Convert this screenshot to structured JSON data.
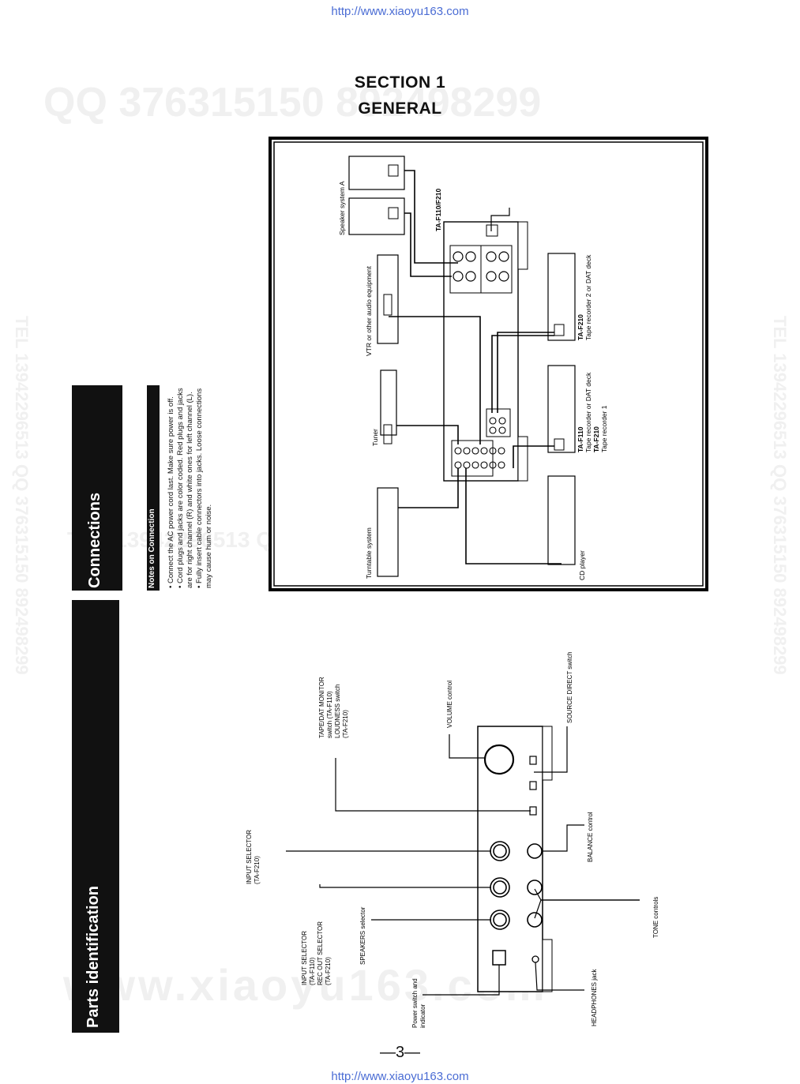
{
  "header_url": "http://www.xiaoyu163.com",
  "footer_url": "http://www.xiaoyu163.com",
  "watermarks": {
    "qq_top": "QQ 376315150   892498299",
    "tel_mid": "TEL 13942296513        QQ 376315150  892498299",
    "www": "www.xiaoyu163.com",
    "side_left": "TEL 13942296513  QQ 376315150  892498299",
    "side_right": "TEL 13942296513  QQ 376315150  892498299"
  },
  "section": {
    "line1": "SECTION 1",
    "line2": "GENERAL"
  },
  "headings": {
    "connections": "Connections",
    "parts": "Parts identification"
  },
  "notes": {
    "title": "Notes on Connection",
    "items": [
      "• Connect the AC power cord last. Make sure power is off.",
      "• Cord plugs and jacks are color coded. Red plugs and jacks",
      "  are for right channel (R) and white ones for left channel (L).",
      "• Fully insert cable connectors into jacks. Loose connections",
      "  may cause hum or noise."
    ]
  },
  "connection_labels": {
    "speaker": "Speaker system A",
    "model": "TA-F110/F210",
    "vtr": "VTR or other audio equipment",
    "tuner": "Tuner",
    "turntable": "Turntable system",
    "cd": "CD player",
    "tape1": [
      "TA-F110",
      "Tape recorder or DAT deck",
      "TA-F210",
      "Tape recorder 1"
    ],
    "tape2": [
      "TA-F210",
      "Tape recorder 2 or DAT deck"
    ]
  },
  "parts_labels": {
    "tape_dat": [
      "TAPE/DAT MONITOR",
      "switch (TA-F110)",
      "LOUDNESS switch",
      "(TA-F210)"
    ],
    "volume": "VOLUME control",
    "source_direct": "SOURCE DIRECT switch",
    "input_f210": [
      "INPUT SELECTOR",
      "(TA-F210)"
    ],
    "balance": "BALANCE control",
    "input_f110": [
      "INPUT SELECTOR",
      "(TA-F110)",
      "REC OUT SELECTOR",
      "(TA-F210)"
    ],
    "speakers": "SPEAKERS selector",
    "tone": "TONE controls",
    "power": [
      "Power switch and",
      "indicator"
    ],
    "headphones": "HEADPHONES jack"
  },
  "page_number": "—3—"
}
